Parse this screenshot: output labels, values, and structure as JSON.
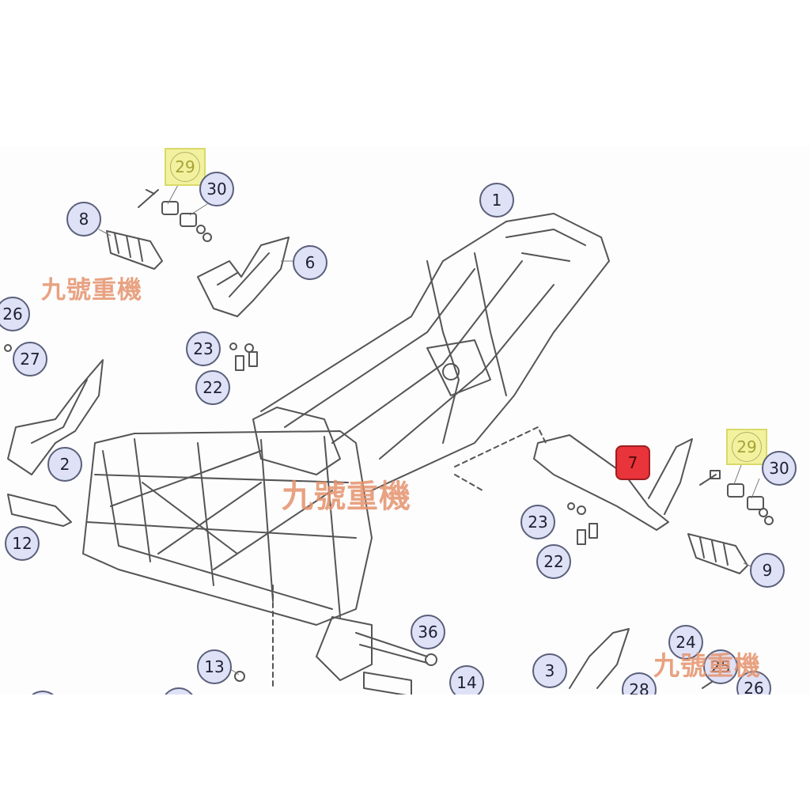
{
  "diagram": {
    "callouts": {
      "c1": "1",
      "c2": "2",
      "c3": "3",
      "c6": "6",
      "c7": "7",
      "c8": "8",
      "c9": "9",
      "c12": "12",
      "c13": "13",
      "c14": "14",
      "c22a": "22",
      "c22b": "22",
      "c23a": "23",
      "c23b": "23",
      "c24": "24",
      "c25": "25",
      "c26a": "26",
      "c26b": "26",
      "c27": "27",
      "c28": "28",
      "c29a": "29",
      "c29b": "29",
      "c30a": "30",
      "c30b": "30",
      "c36": "36"
    },
    "highlight_colors": {
      "selected_part": "#e8343a",
      "marked_part": "#f2f29e"
    },
    "watermark": "九號重機"
  }
}
